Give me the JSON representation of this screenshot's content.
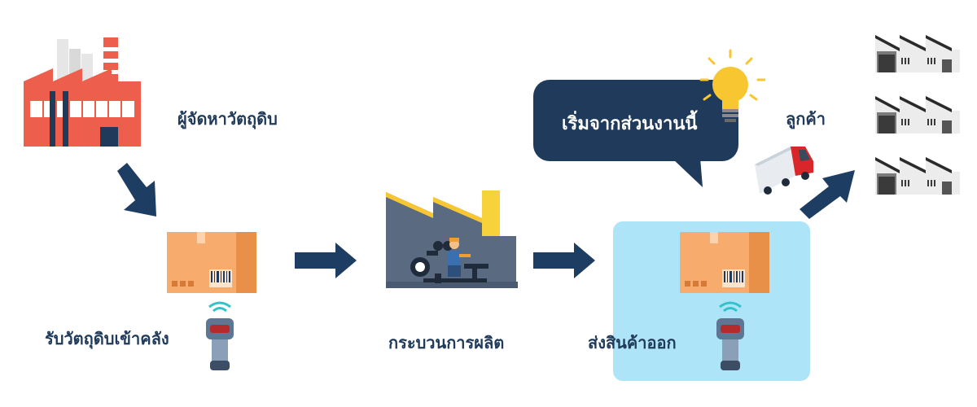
{
  "labels": {
    "supplier": "ผู้จัดหาวัตถุดิบ",
    "receive": "รับวัตถุดิบเข้าคลัง",
    "production": "กระบวนการผลิต",
    "ship": "ส่งสินค้าออก",
    "customer": "ลูกค้า",
    "start_here": "เริ่มจากส่วนงานนี้"
  },
  "colors": {
    "navy": "#1f3a5a",
    "arrow": "#1e3d62",
    "highlight": "#aee4f7",
    "box": "#f7ab6d",
    "box_side": "#e88f48",
    "factory_red": "#ee5e4c",
    "bulb": "#f8c630"
  },
  "icons": [
    "factory-icon",
    "box-icon",
    "scanner-icon",
    "production-factory-icon",
    "worker-icon",
    "truck-icon",
    "lightbulb-icon",
    "warehouse-icon"
  ]
}
